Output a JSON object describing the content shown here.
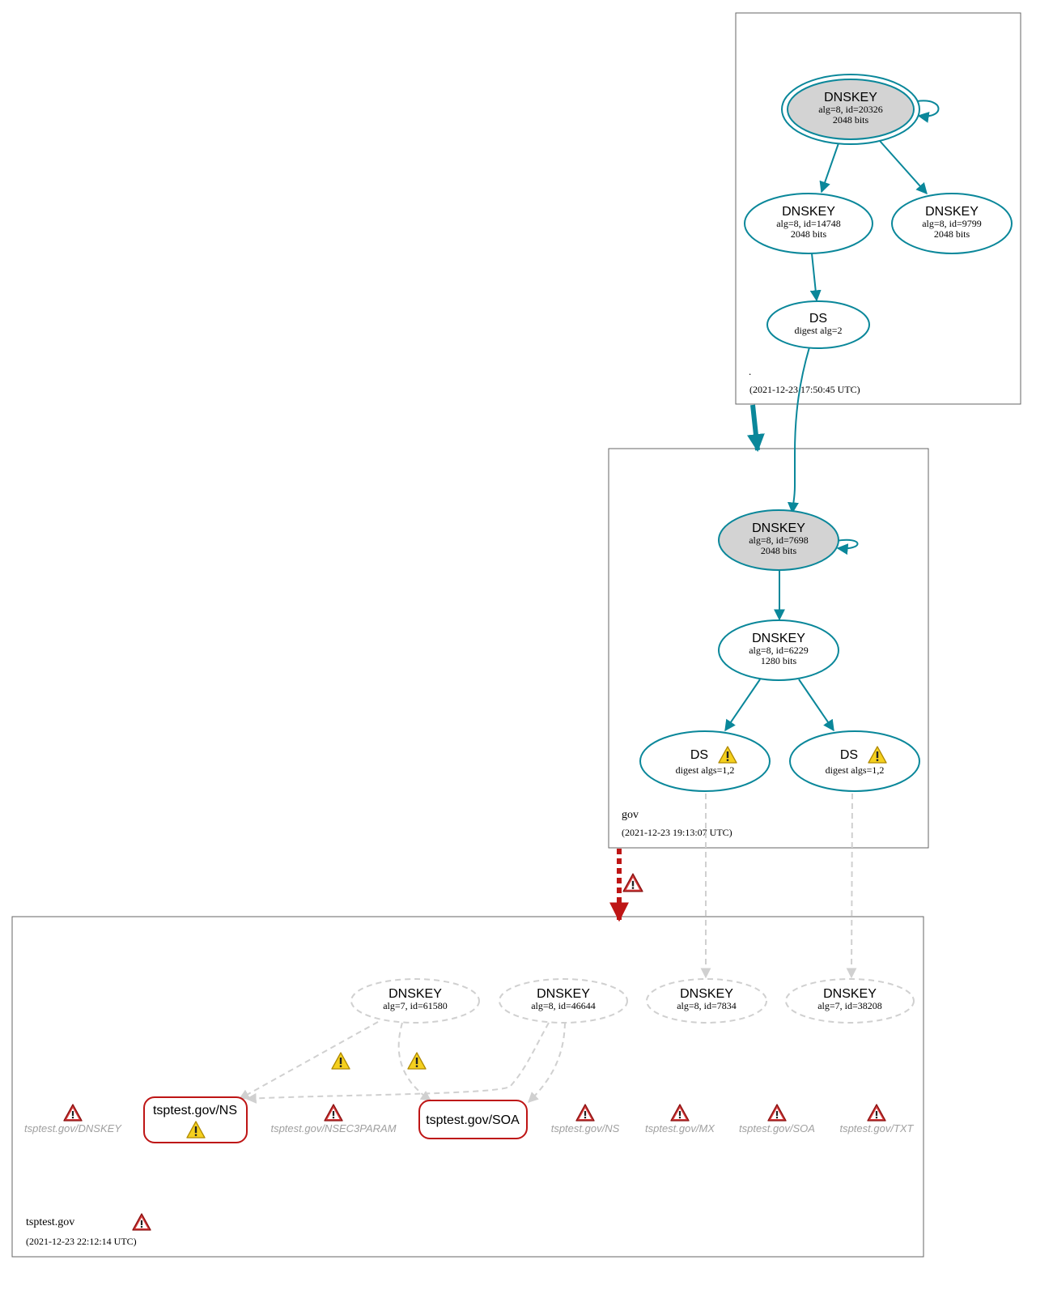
{
  "colors": {
    "secure": "#0a879a",
    "error": "#be1515",
    "insecure_dashed": "#d0d0d0",
    "ksk_fill": "#d3d3d3",
    "zone_border": "#666666"
  },
  "zones": {
    "root": {
      "name": ".",
      "timestamp": "(2021-12-23 17:50:45 UTC)"
    },
    "gov": {
      "name": "gov",
      "timestamp": "(2021-12-23 19:13:07 UTC)"
    },
    "tsptest": {
      "name": "tsptest.gov",
      "timestamp": "(2021-12-23 22:12:14 UTC)"
    }
  },
  "nodes": {
    "root_ksk": {
      "type": "DNSKEY",
      "line1": "alg=8, id=20326",
      "line2": "2048 bits"
    },
    "root_zsk1": {
      "type": "DNSKEY",
      "line1": "alg=8, id=14748",
      "line2": "2048 bits"
    },
    "root_zsk2": {
      "type": "DNSKEY",
      "line1": "alg=8, id=9799",
      "line2": "2048 bits"
    },
    "root_ds": {
      "type": "DS",
      "line1": "digest alg=2"
    },
    "gov_ksk": {
      "type": "DNSKEY",
      "line1": "alg=8, id=7698",
      "line2": "2048 bits"
    },
    "gov_zsk": {
      "type": "DNSKEY",
      "line1": "alg=8, id=6229",
      "line2": "1280 bits"
    },
    "gov_ds1": {
      "type": "DS",
      "line1": "digest algs=1,2"
    },
    "gov_ds2": {
      "type": "DS",
      "line1": "digest algs=1,2"
    },
    "tsp_key1": {
      "type": "DNSKEY",
      "line1": "alg=7, id=61580"
    },
    "tsp_key2": {
      "type": "DNSKEY",
      "line1": "alg=8, id=46644"
    },
    "tsp_key3": {
      "type": "DNSKEY",
      "line1": "alg=8, id=7834"
    },
    "tsp_key4": {
      "type": "DNSKEY",
      "line1": "alg=7, id=38208"
    },
    "rr_ns": {
      "label": "tsptest.gov/NS"
    },
    "rr_soa": {
      "label": "tsptest.gov/SOA"
    }
  },
  "error_rrsets": [
    "tsptest.gov/DNSKEY",
    "tsptest.gov/NSEC3PARAM",
    "tsptest.gov/NS",
    "tsptest.gov/MX",
    "tsptest.gov/SOA",
    "tsptest.gov/TXT"
  ],
  "icons": {
    "warning": "warning-icon",
    "error": "error-icon"
  }
}
